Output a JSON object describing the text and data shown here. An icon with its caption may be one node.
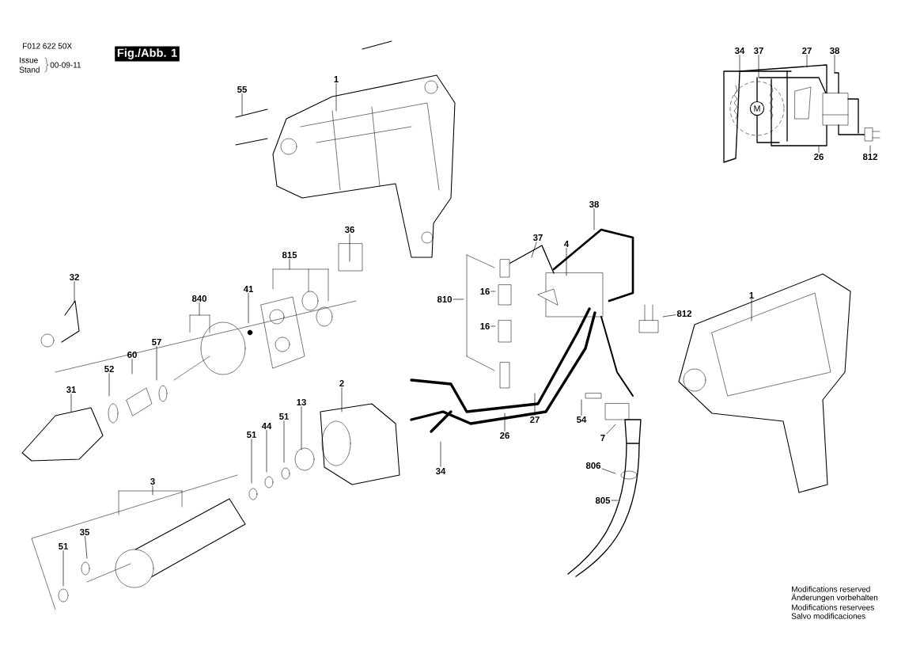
{
  "diagram": {
    "nodes": [
      {
        "text": [
          "Fig./Abb. 1"
        ]
      },
      {
        "text": [
          "1"
        ]
      },
      {
        "text": [
          "55"
        ]
      },
      {
        "text": [
          "36"
        ]
      },
      {
        "text": [
          "815"
        ]
      },
      {
        "text": [
          "32"
        ]
      },
      {
        "text": [
          "840"
        ]
      },
      {
        "text": [
          "41"
        ]
      },
      {
        "text": [
          "60"
        ]
      },
      {
        "text": [
          "57"
        ]
      },
      {
        "text": [
          "52"
        ]
      },
      {
        "text": [
          "31"
        ]
      },
      {
        "text": [
          "2"
        ]
      },
      {
        "text": [
          "13"
        ]
      },
      {
        "text": [
          "51"
        ]
      },
      {
        "text": [
          "44"
        ]
      },
      {
        "text": [
          "51"
        ]
      },
      {
        "text": [
          "3"
        ]
      },
      {
        "text": [
          "35"
        ]
      },
      {
        "text": [
          "51"
        ]
      },
      {
        "text": [
          "37"
        ]
      },
      {
        "text": [
          "4"
        ]
      },
      {
        "text": [
          "38"
        ]
      },
      {
        "text": [
          "810"
        ]
      },
      {
        "text": [
          "16"
        ]
      },
      {
        "text": [
          "16"
        ]
      },
      {
        "text": [
          "812"
        ]
      },
      {
        "text": [
          "1"
        ]
      },
      {
        "text": [
          "27"
        ]
      },
      {
        "text": [
          "26"
        ]
      },
      {
        "text": [
          "54"
        ]
      },
      {
        "text": [
          "7"
        ]
      },
      {
        "text": [
          "34"
        ]
      },
      {
        "text": [
          "806"
        ]
      },
      {
        "text": [
          "805"
        ]
      },
      {
        "text": [
          "34"
        ]
      },
      {
        "text": [
          "37"
        ]
      },
      {
        "text": [
          "27"
        ]
      },
      {
        "text": [
          "38"
        ]
      },
      {
        "text": [
          "26"
        ]
      },
      {
        "text": [
          "812"
        ]
      },
      {
        "text": [
          "M"
        ]
      }
    ],
    "edges": [
      {
        "from": 1,
        "to": null,
        "arrow": "none"
      },
      {
        "from": 2,
        "to": null,
        "arrow": "none"
      },
      {
        "from": 3,
        "to": null,
        "arrow": "none"
      },
      {
        "from": 4,
        "to": null,
        "arrow": "none"
      },
      {
        "from": 5,
        "to": null,
        "arrow": "none"
      },
      {
        "from": 6,
        "to": null,
        "arrow": "none"
      },
      {
        "from": 7,
        "to": null,
        "arrow": "none"
      },
      {
        "from": 8,
        "to": null,
        "arrow": "none"
      },
      {
        "from": 9,
        "to": null,
        "arrow": "none"
      },
      {
        "from": 10,
        "to": null,
        "arrow": "none"
      },
      {
        "from": 11,
        "to": null,
        "arrow": "none"
      },
      {
        "from": 12,
        "to": null,
        "arrow": "none"
      },
      {
        "from": 13,
        "to": null,
        "arrow": "none"
      },
      {
        "from": 14,
        "to": null,
        "arrow": "none"
      },
      {
        "from": 15,
        "to": null,
        "arrow": "none"
      },
      {
        "from": 16,
        "to": null,
        "arrow": "none"
      },
      {
        "from": 17,
        "to": null,
        "arrow": "none"
      },
      {
        "from": 18,
        "to": null,
        "arrow": "none"
      },
      {
        "from": 19,
        "to": null,
        "arrow": "none"
      },
      {
        "from": 20,
        "to": null,
        "arrow": "none"
      },
      {
        "from": 21,
        "to": null,
        "arrow": "none"
      },
      {
        "from": 22,
        "to": null,
        "arrow": "none"
      },
      {
        "from": 23,
        "to": null,
        "arrow": "none"
      },
      {
        "from": 24,
        "to": null,
        "arrow": "none"
      },
      {
        "from": 25,
        "to": null,
        "arrow": "none"
      },
      {
        "from": 26,
        "to": null,
        "arrow": "none"
      },
      {
        "from": 27,
        "to": null,
        "arrow": "none"
      },
      {
        "from": 28,
        "to": null,
        "arrow": "none"
      },
      {
        "from": 29,
        "to": null,
        "arrow": "none"
      },
      {
        "from": 30,
        "to": null,
        "arrow": "none"
      },
      {
        "from": 31,
        "to": null,
        "arrow": "none"
      },
      {
        "from": 32,
        "to": null,
        "arrow": "none"
      },
      {
        "from": 33,
        "to": null,
        "arrow": "none"
      },
      {
        "from": 34,
        "to": null,
        "arrow": "none"
      },
      {
        "from": 35,
        "to": null,
        "arrow": "none"
      },
      {
        "from": 36,
        "to": null,
        "arrow": "none"
      },
      {
        "from": 37,
        "to": null,
        "arrow": "none"
      },
      {
        "from": 38,
        "to": null,
        "arrow": "none"
      },
      {
        "from": 39,
        "to": null,
        "arrow": "none"
      },
      {
        "from": 40,
        "to": null,
        "arrow": "none"
      }
    ],
    "labels": [
      "F012 622 50X",
      "Issue",
      "Stand",
      "00-09-11",
      "Modifications reserved",
      "Änderungen vorbehalten",
      "Modifications reservees",
      "Salvo modificaciones"
    ]
  }
}
